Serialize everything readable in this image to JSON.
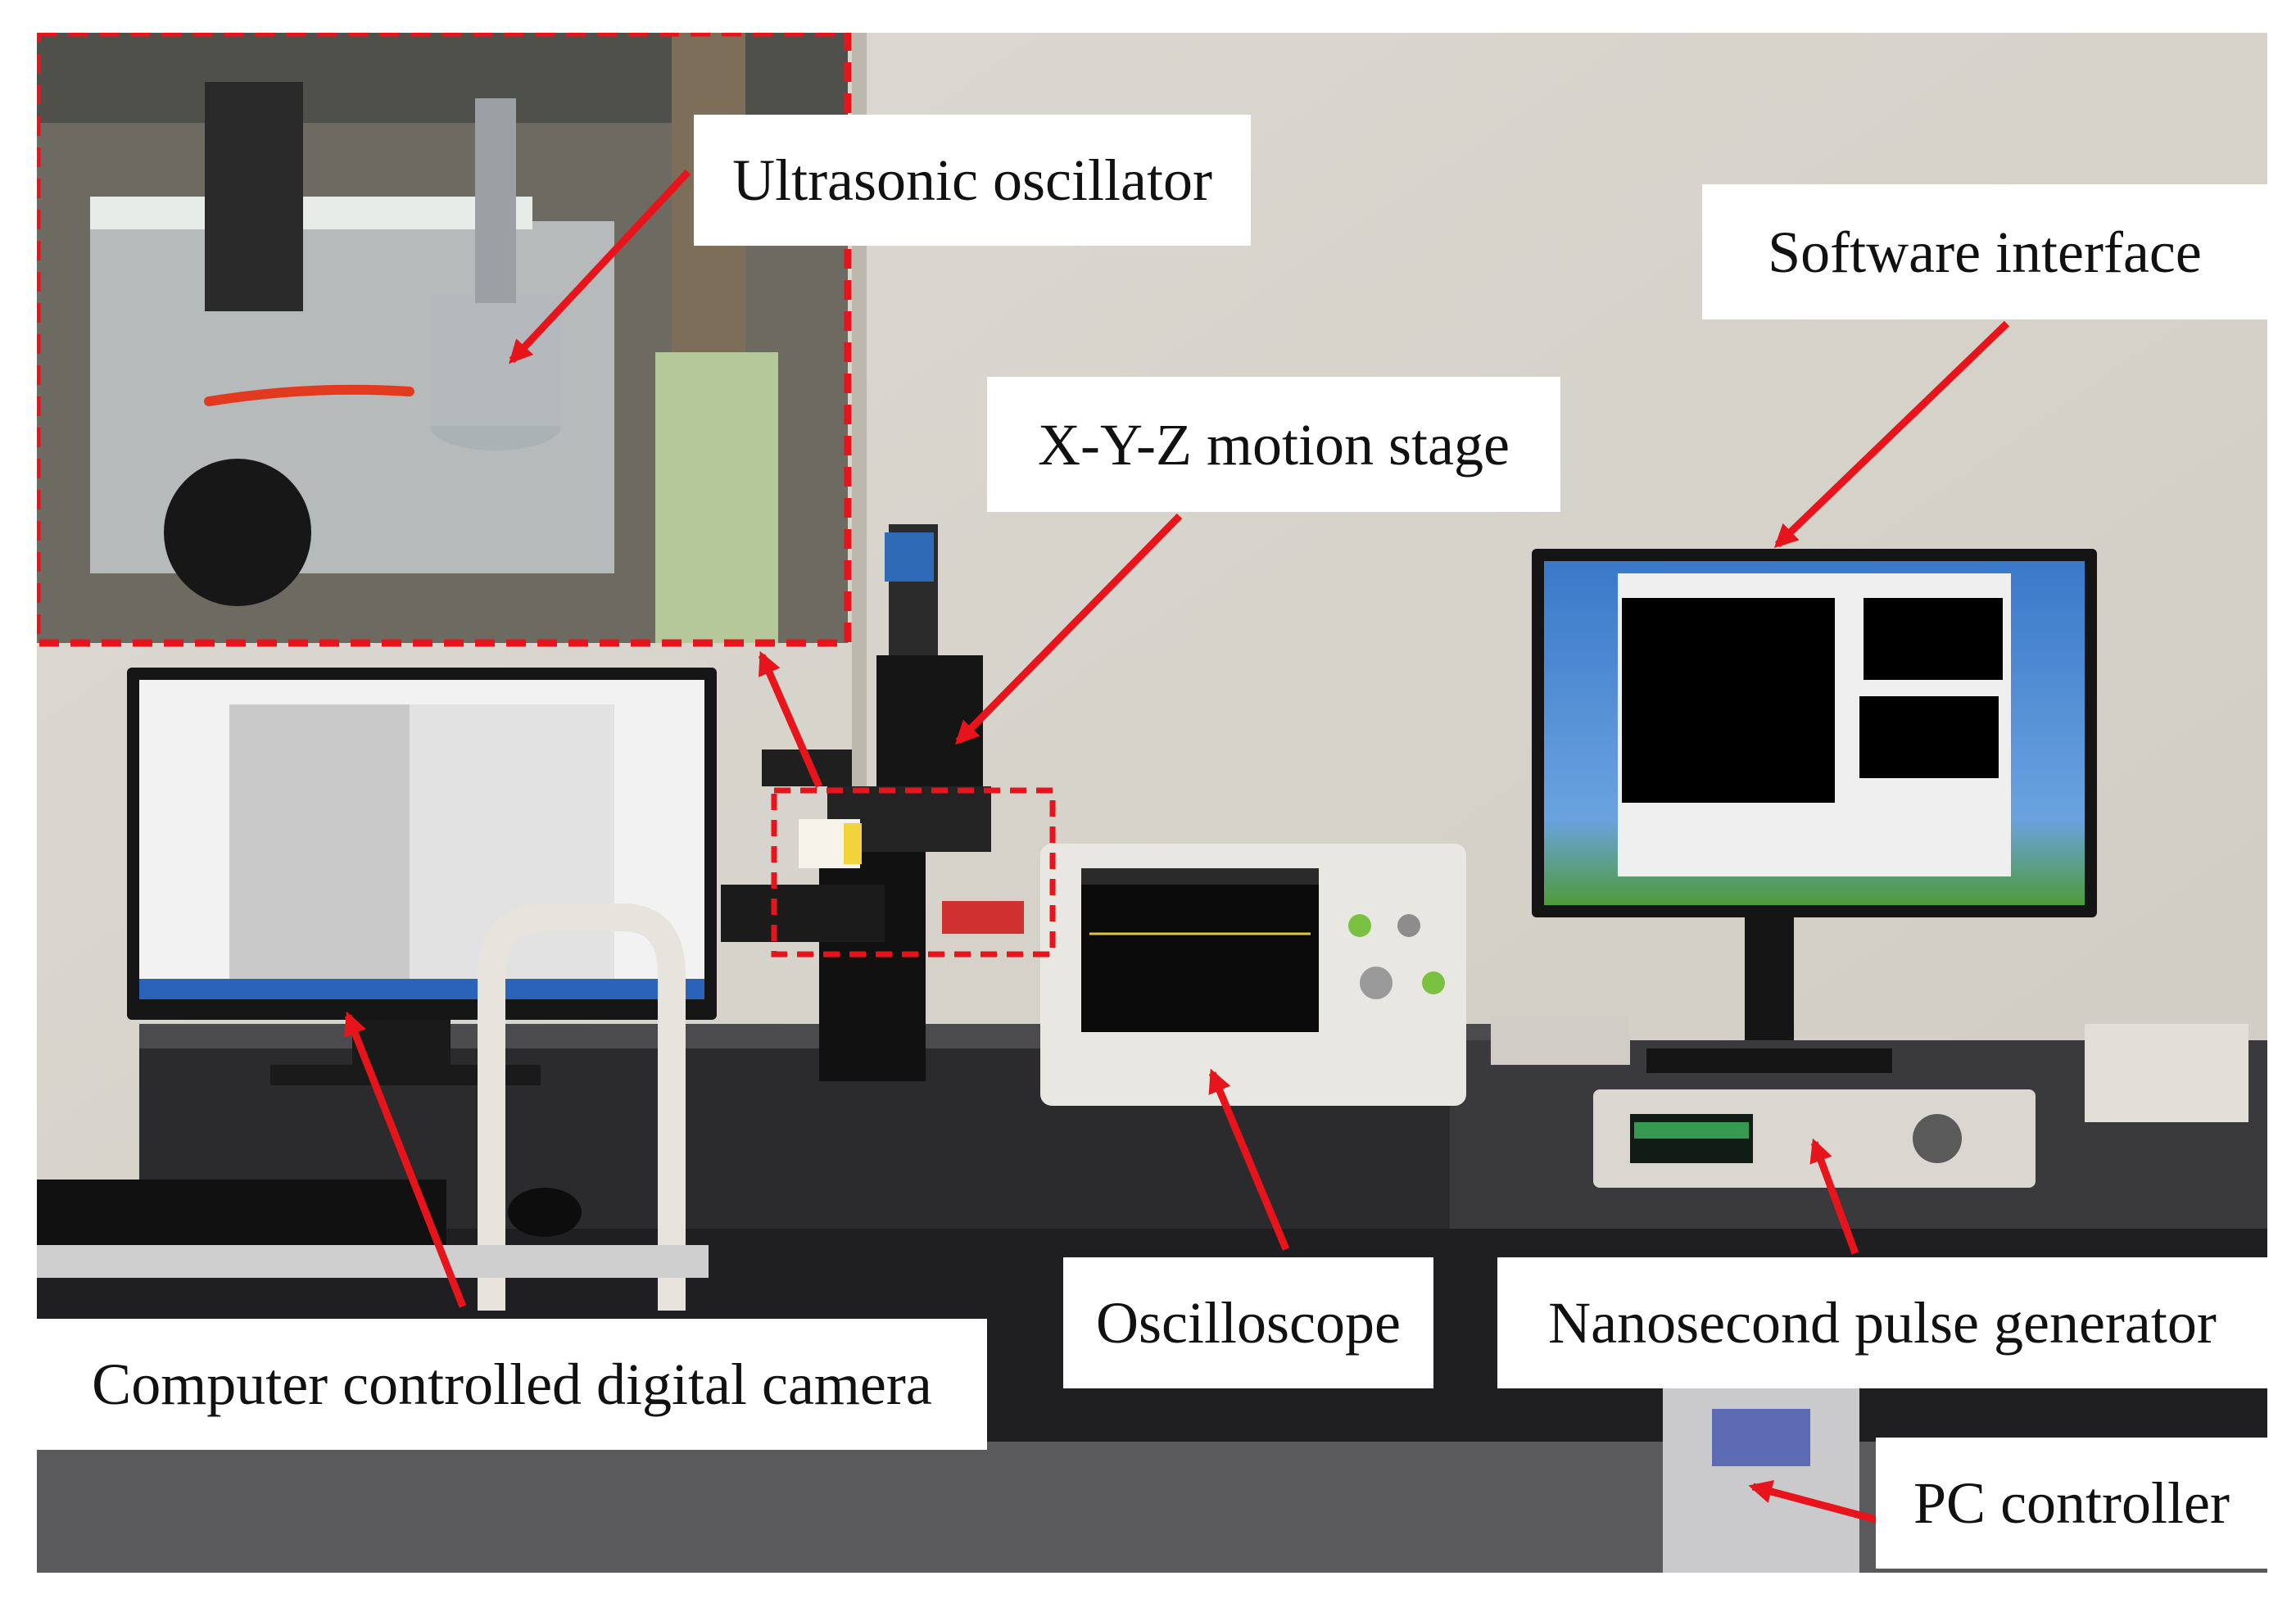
{
  "labels": {
    "ultrasonic": "Ultrasonic oscillator",
    "software": "Software interface",
    "xyz": "X-Y-Z motion stage",
    "oscilloscope": "Oscilloscope",
    "pulse": "Nanosecond pulse generator",
    "camera": "Computer controlled digital camera",
    "pc": "PC controller"
  },
  "colors": {
    "arrow": "#e8141b",
    "dashed_box": "#e8141b",
    "wall": "#d9d6cf",
    "bench": "#2b2b2d"
  },
  "icons": [
    "arrow-icon",
    "dashed-highlight-box"
  ]
}
